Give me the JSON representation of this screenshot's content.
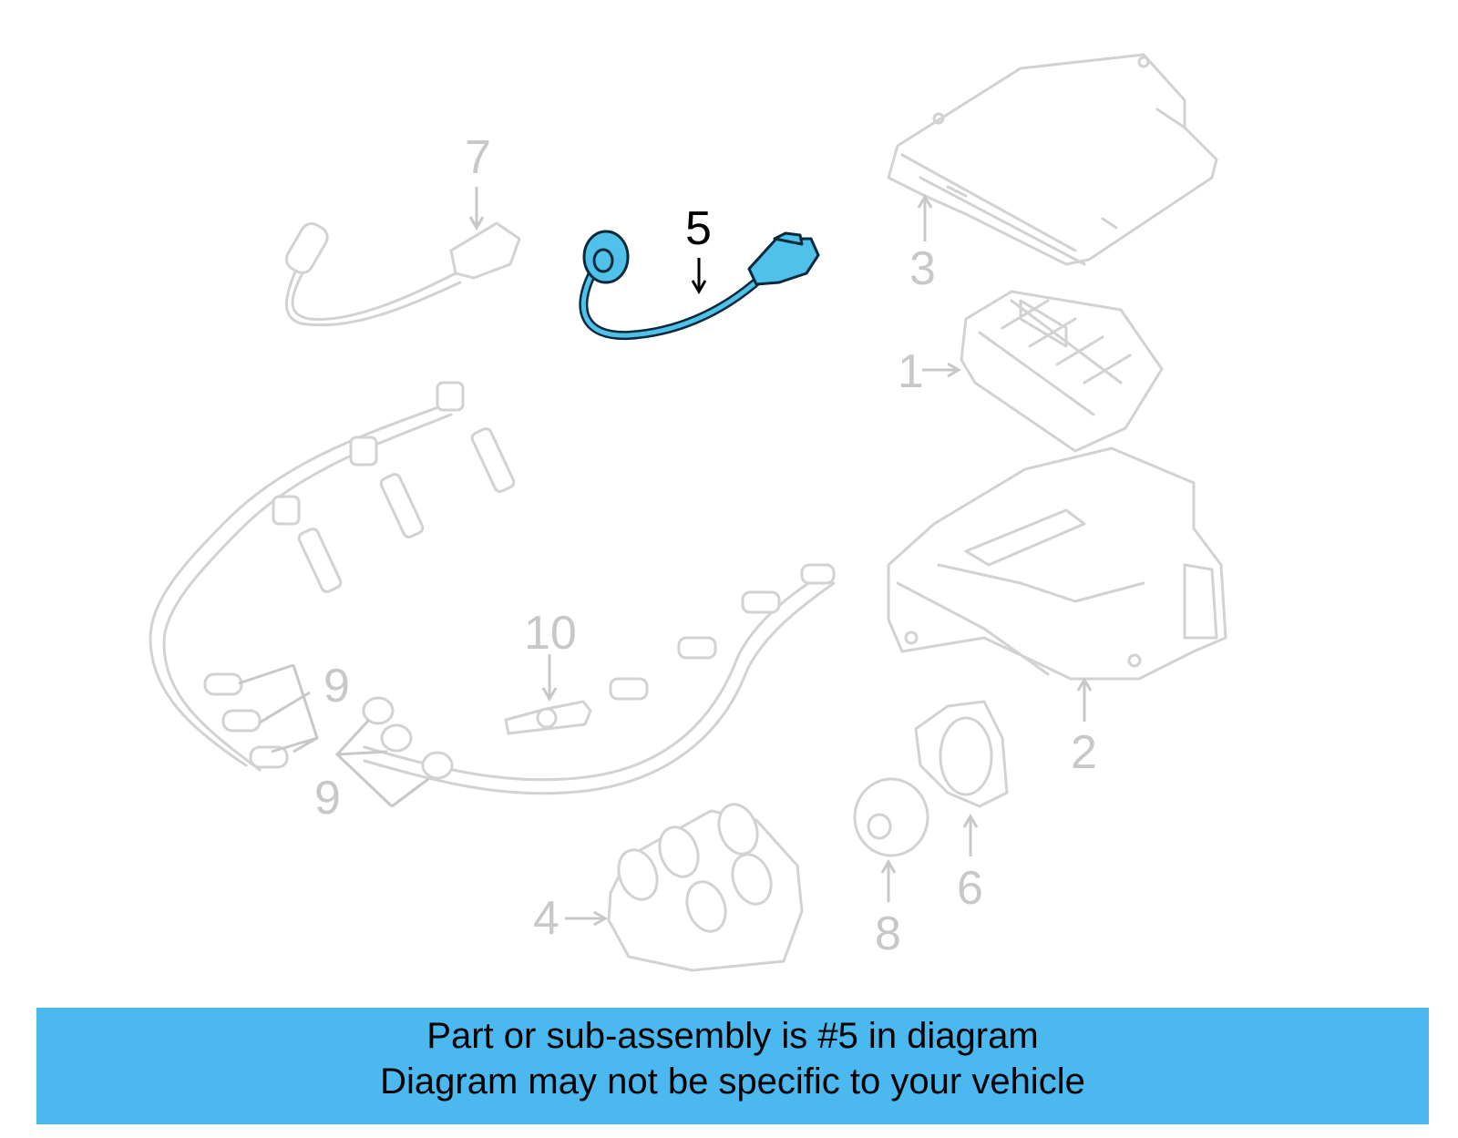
{
  "diagram": {
    "highlight_color": "#4fc1ea",
    "ghost_color": "#d2d2d2",
    "callouts": {
      "c1": "1",
      "c2": "2",
      "c3": "3",
      "c4": "4",
      "c5": "5",
      "c6": "6",
      "c7": "7",
      "c8": "8",
      "c9a": "9",
      "c9b": "9",
      "c10": "10"
    }
  },
  "banner": {
    "color": "#4bb9ef",
    "line1": "Part or sub-assembly is #5 in diagram",
    "line2": "Diagram may not be specific to your vehicle"
  }
}
